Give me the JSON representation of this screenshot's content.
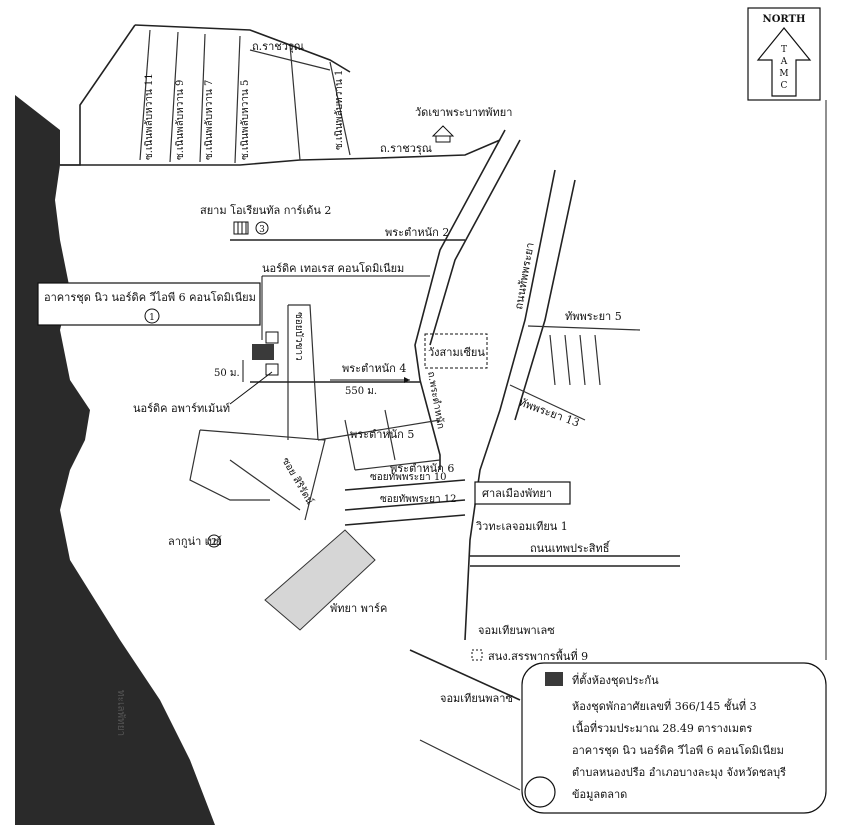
{
  "north_arrow": {
    "title": "NORTH",
    "letters": [
      "T",
      "A",
      "M",
      "C"
    ]
  },
  "roads": {
    "rajwarun_top": "ถ.ราชวรุณ",
    "rajwarun_bottom": "ถ.ราชวรุณ",
    "soi_11": "ซ.เนินพลับหวาน 11",
    "soi_9": "ซ.เนินพลับหวาน 9",
    "soi_7": "ซ.เนินพลับหวาน 7",
    "soi_5": "ซ.เนินพลับหวาน 5",
    "soi_1": "ซ.เนินพลับหวาน 1",
    "phra_tamnak_2": "พระตำหนัก 2",
    "phra_tamnak_4": "พระตำหนัก 4",
    "phra_tamnak_5": "พระตำหนัก 5",
    "phra_tamnak_6": "พระตำหนัก 6",
    "phra_tamnak_road": "ถ.พระตำหนัก",
    "soi_bua_khao": "ซอยบัวขาว",
    "soi_rong_lian": "ซอย สิริรัตน์",
    "thanon_thappraya": "ถนนทัพพระยา",
    "thappraya_5": "ทัพพระยา 5",
    "thappraya_13": "ทัพพระยา 13",
    "soi_thappraya_10": "ซอยทัพพระยา 10",
    "soi_thappraya_12": "ซอยทัพพระยา 12",
    "thepprasit": "ถนนเทพประสิทธิ์"
  },
  "places": {
    "temple": "วัดเขาพระบาทพัทยา",
    "siam_oriental": "สยาม โอเรียนทัล การ์เด้น 2",
    "siam_oriental_no": "3",
    "nordic_terrace": "นอร์ดิค เทอเรส คอนโดมิเนียม",
    "nordic_apartment": "นอร์ดิค อพาร์ทเม้นท์",
    "wang_sam_sian": "วังสามเซียน",
    "la_lagoon": "ลากูน่า เบย์",
    "la_lagoon_no": "2",
    "city_hall": "ศาลเมืองพัทยา",
    "view_talay": "วิวทะเลจอมเทียน 1",
    "jomtien_palace": "จอมเทียนพาเลซ",
    "revenue_office": "สนง.สรรพากรพื้นที่ 9",
    "jomtien_plaza": "จอมเทียนพลาซ",
    "pattaya_park": "พัทยา พาร์ค",
    "sea_label": "ทะเลพัทยา"
  },
  "subject": {
    "name": "อาคารชุด นิว นอร์ดิค วีไอพี 6 คอนโดมิเนียม",
    "no": "1"
  },
  "distances": {
    "d50": "50 ม.",
    "d550": "550 ม."
  },
  "legend": {
    "title": "ที่ตั้งห้องชุดประกัน",
    "line1": "ห้องชุดพักอาศัยเลขที่ 366/145  ชั้นที่ 3",
    "line2": "เนื้อที่รวมประมาณ 28.49  ตารางเมตร",
    "line3": "อาคารชุด นิว นอร์ดิค วีไอพี 6 คอนโดมิเนียม",
    "line4": "ตำบลหนองปรือ อำเภอบางละมุง จังหวัดชลบุรี",
    "line5": "ข้อมูลตลาด"
  },
  "colors": {
    "sea": "#2a2a2a",
    "subject": "#3a3a3a",
    "park": "#d6d6d6"
  }
}
